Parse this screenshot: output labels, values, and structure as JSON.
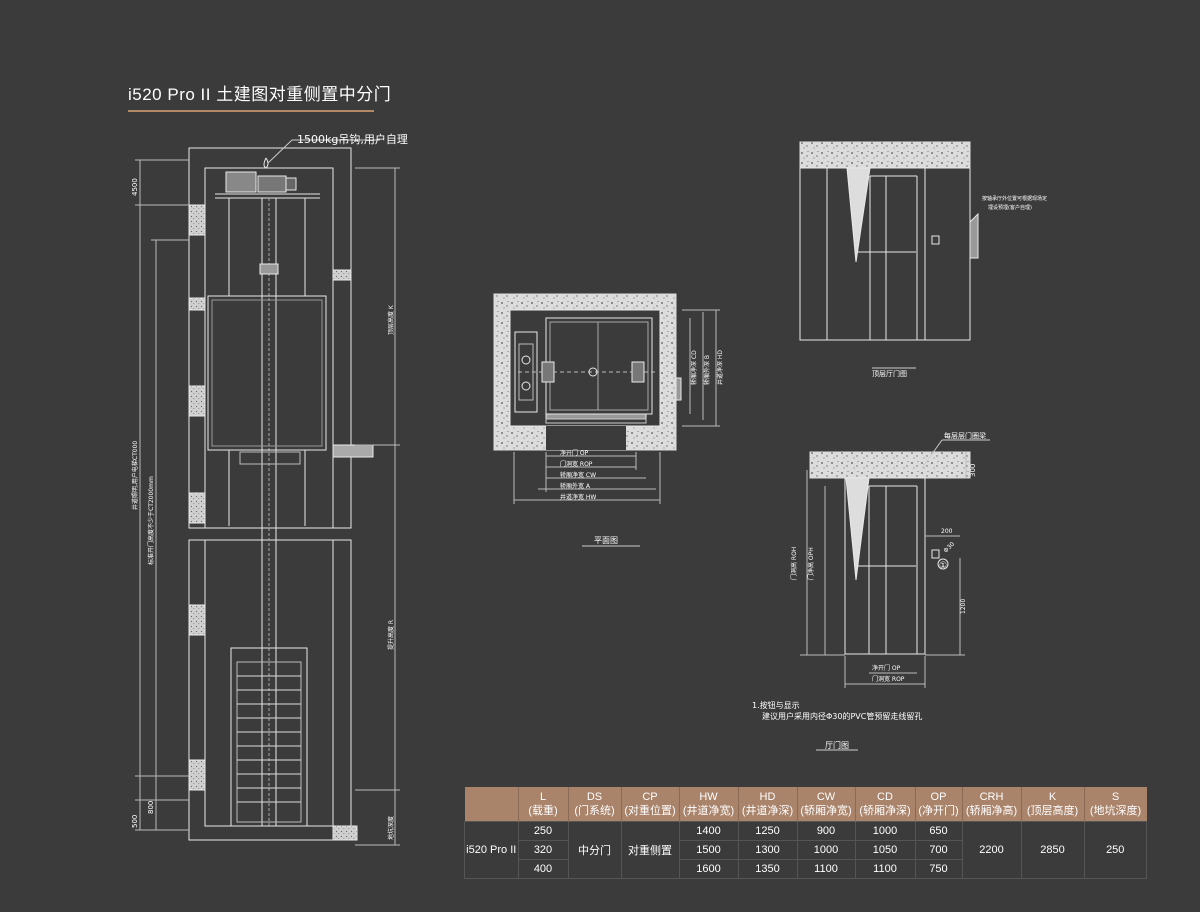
{
  "page": {
    "title": "i520 Pro II 土建图对重侧置中分门"
  },
  "elevation": {
    "hoist_note": "1500kg吊钩,用户自理",
    "dim_top": "4500",
    "dim_total": "井道照明,用户电梯CT000",
    "dim_inner": "标准开门高度不少于CT2000mm",
    "dim_bottom1": "500",
    "dim_bottom2": "800",
    "label_k": "顶层高度 K",
    "label_r": "提升高度 R",
    "label_s": "地坑深度"
  },
  "plan": {
    "caption": "平面图",
    "dims": [
      "净开门 OP",
      "门洞宽 ROP",
      "轿厢净宽 CW",
      "轿厢外宽 A",
      "井道净宽 HW"
    ],
    "vdims": [
      "轿厢净深 CD",
      "轿厢外深 B",
      "井道净深 HD"
    ]
  },
  "top_door": {
    "caption": "顶层厅门图",
    "note_line1": "按轴承厅外位置可根据现场定",
    "note_line2": "埋设预埋(客户自理)"
  },
  "hall_door": {
    "caption": "厅门图",
    "label_beam": "每层层门圈梁",
    "dim_300": "300",
    "dim_200": "200",
    "dim_phi": "Φ30",
    "dim_1200": "1200",
    "marker": "①",
    "label_roh": "门洞高 ROH",
    "label_oph": "门净高 OPH",
    "dim_op": "净开门 OP",
    "dim_rop": "门洞宽 ROP",
    "note_line1": "1.按钮与显示",
    "note_line2": "建议用户采用内径Φ30的PVC管预留走线留孔"
  },
  "spec_table": {
    "headers": [
      {
        "code": "L",
        "name": "(载重)"
      },
      {
        "code": "DS",
        "name": "(门系统)"
      },
      {
        "code": "CP",
        "name": "(对重位置)"
      },
      {
        "code": "HW",
        "name": "(井道净宽)"
      },
      {
        "code": "HD",
        "name": "(井道净深)"
      },
      {
        "code": "CW",
        "name": "(轿厢净宽)"
      },
      {
        "code": "CD",
        "name": "(轿厢净深)"
      },
      {
        "code": "OP",
        "name": "(净开门)"
      },
      {
        "code": "CRH",
        "name": "(轿厢净高)"
      },
      {
        "code": "K",
        "name": "(顶层高度)"
      },
      {
        "code": "S",
        "name": "(地坑深度)"
      }
    ],
    "model": "i520 Pro II",
    "ds": "中分门",
    "cp": "对重侧置",
    "crh": "2200",
    "k": "2850",
    "s": "250",
    "rows": [
      {
        "l": "250",
        "hw": "1400",
        "hd": "1250",
        "cw": "900",
        "cd": "1000",
        "op": "650"
      },
      {
        "l": "320",
        "hw": "1500",
        "hd": "1300",
        "cw": "1000",
        "cd": "1050",
        "op": "700"
      },
      {
        "l": "400",
        "hw": "1600",
        "hd": "1350",
        "cw": "1100",
        "cd": "1100",
        "op": "750"
      }
    ]
  }
}
